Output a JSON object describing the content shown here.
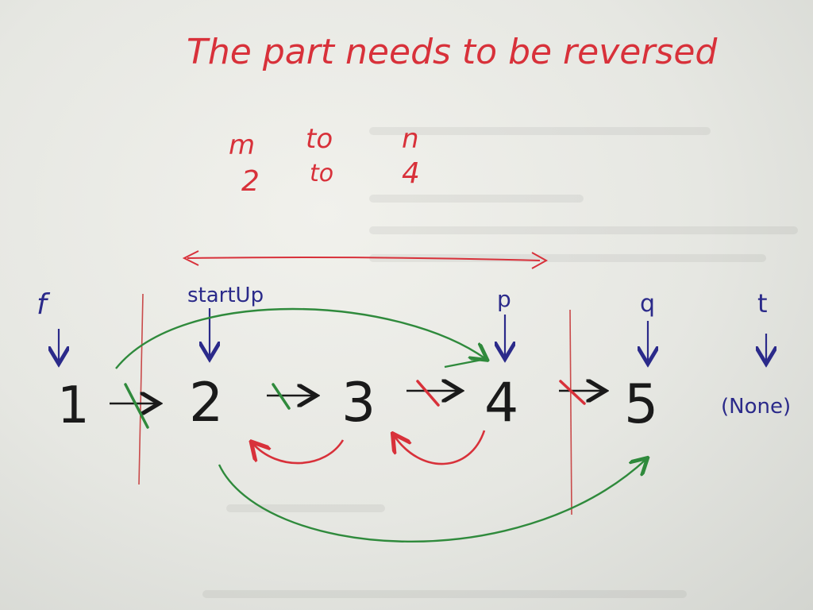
{
  "title": "The part needs to be reversed",
  "range": {
    "header": [
      "m",
      "to",
      "n"
    ],
    "values": [
      "2",
      "to",
      "4"
    ]
  },
  "nodes": [
    "1",
    "2",
    "3",
    "4",
    "5",
    "(None)"
  ],
  "pointers": [
    "f",
    "startUp",
    "p",
    "q",
    "t"
  ],
  "colors": {
    "ink": "#1a1a1a",
    "pointer": "#2b2a8a",
    "red": "#d8313a",
    "green": "#2f8a3c",
    "guide": "#c94a4a"
  }
}
